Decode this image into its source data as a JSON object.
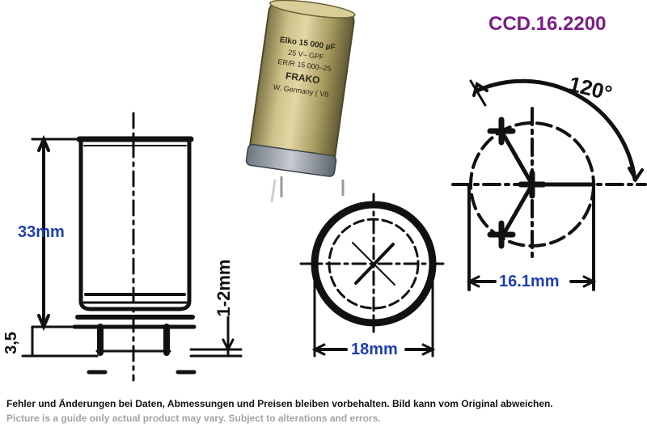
{
  "part_code": "CCD.16.2200",
  "dimensions": {
    "height": "33mm",
    "diameter": "18mm",
    "pin_circle": "16.1mm",
    "angle": "120°",
    "pin_offset": "1-2mm",
    "base_height": "3,5"
  },
  "capacitor_print": {
    "line1": "Elko 15 000 µF",
    "line2": "25 V–   GPF",
    "line3": "ER/R 15 000–25",
    "brand": "FRAKO",
    "line5": "W. Germany ( V8"
  },
  "notes": {
    "german": "Fehler und Änderungen bei Daten, Abmessungen und Preisen bleiben vorbehalten. Bild kann vom Original abweichen.",
    "english": "Picture is a guide only actual product may vary. Subject to alterations and errors."
  },
  "colors": {
    "part_code": "#7a1f86",
    "dimension_text": "#1f3fae",
    "drawing_ink": "#111111",
    "can_body": "#b8a86a"
  }
}
